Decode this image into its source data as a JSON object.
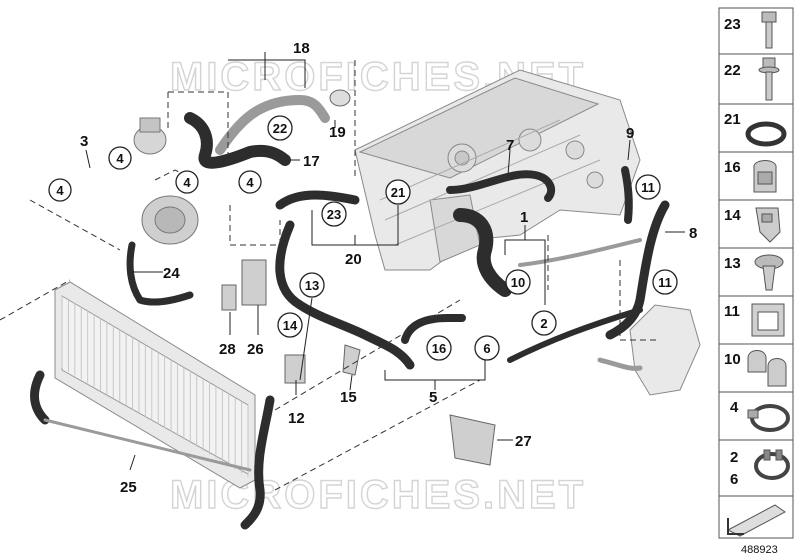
{
  "watermark": {
    "text": "MICROFICHES.NET"
  },
  "callouts": {
    "n1": "1",
    "n3": "3",
    "n5": "5",
    "n7": "7",
    "n8": "8",
    "n9": "9",
    "n12": "12",
    "n15": "15",
    "n17": "17",
    "n18": "18",
    "n19": "19",
    "n20": "20",
    "n24": "24",
    "n25": "25",
    "n26": "26",
    "n27": "27",
    "n28": "28"
  },
  "circled": {
    "c2": "2",
    "c4a": "4",
    "c4b": "4",
    "c4c": "4",
    "c4d": "4",
    "c6": "6",
    "c10": "10",
    "c11a": "11",
    "c11b": "11",
    "c13": "13",
    "c14": "14",
    "c16": "16",
    "c21": "21",
    "c22": "22",
    "c23": "23"
  },
  "legend": {
    "items": [
      {
        "label": "23",
        "icon": "bolt-icon"
      },
      {
        "label": "22",
        "icon": "bolt-washer-icon"
      },
      {
        "label": "21",
        "icon": "o-ring-icon"
      },
      {
        "label": "16",
        "icon": "hose-clip-icon"
      },
      {
        "label": "14",
        "icon": "push-clip-icon"
      },
      {
        "label": "13",
        "icon": "expanding-rivet-icon"
      },
      {
        "label": "11",
        "icon": "holder-clip-icon"
      },
      {
        "label": "10",
        "icon": "double-clip-icon"
      },
      {
        "label": "4",
        "icon": "worm-clamp-icon"
      },
      {
        "label": "2",
        "label2": "6",
        "icon": "spring-clamp-icon"
      },
      {
        "label": "",
        "icon": "arrow-symbol-icon"
      }
    ]
  },
  "diagram_ref": "488923"
}
